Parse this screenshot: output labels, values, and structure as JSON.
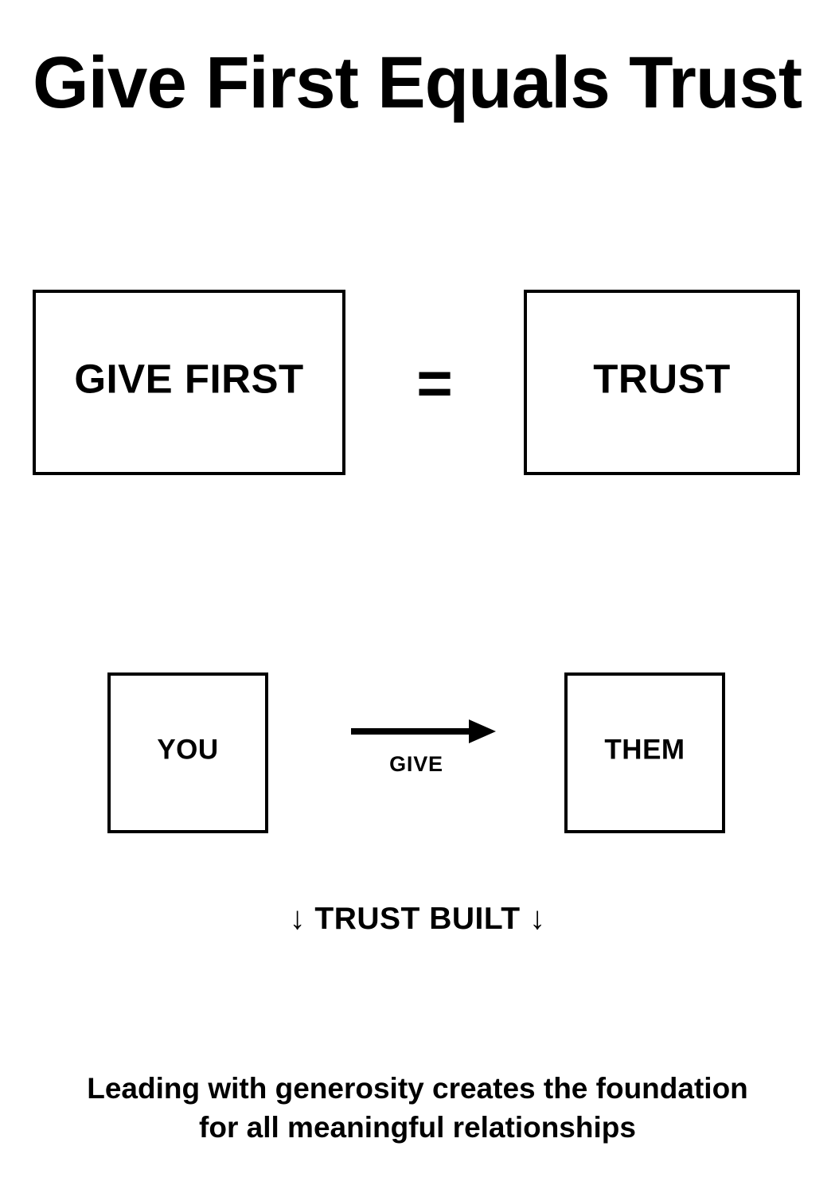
{
  "page": {
    "background_color": "#ffffff",
    "ink_color": "#000000",
    "title": "Give First Equals Trust"
  },
  "equation": {
    "left_box": {
      "label": "GIVE FIRST"
    },
    "operator": {
      "symbol": "=",
      "name": "equals-sign"
    },
    "right_box": {
      "label": "TRUST"
    }
  },
  "flow": {
    "source_box": {
      "label": "YOU"
    },
    "arrow": {
      "label": "GIVE",
      "direction": "right",
      "icon": "arrow-right-icon"
    },
    "target_box": {
      "label": "THEM"
    },
    "result": {
      "left_arrow": "↓",
      "text": "TRUST BUILT",
      "right_arrow": "↓"
    }
  },
  "footer": {
    "line1": "Leading with generosity creates the foundation",
    "line2": "for all meaningful relationships"
  }
}
